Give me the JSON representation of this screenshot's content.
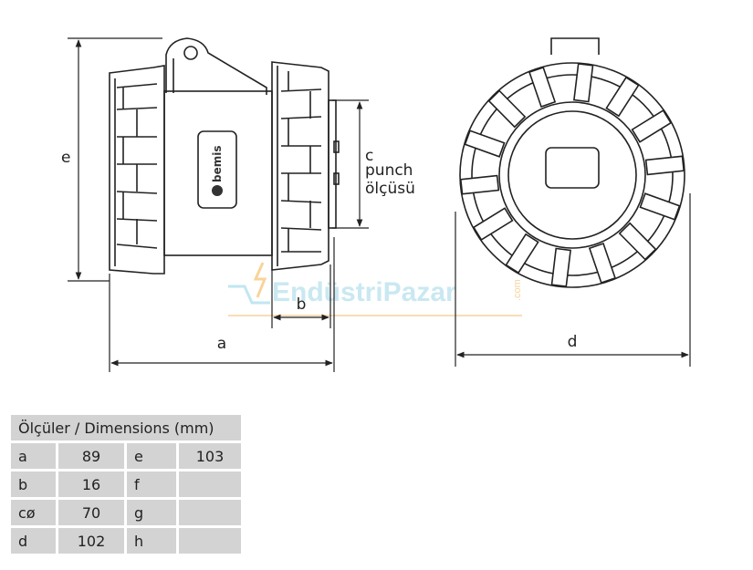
{
  "watermark": {
    "brand": "EndüstriPazar",
    "suffix": ".com"
  },
  "drawing": {
    "label_a": "a",
    "label_b": "b",
    "label_c_line1": "c",
    "label_c_line2": "punch",
    "label_c_line3": "ölçüsü",
    "label_d": "d",
    "label_e": "e",
    "product_logo": "bemis"
  },
  "table": {
    "title": "Ölçüler / Dimensions (mm)",
    "rows": [
      {
        "k1": "a",
        "v1": "89",
        "k2": "e",
        "v2": "103"
      },
      {
        "k1": "b",
        "v1": "16",
        "k2": "f",
        "v2": ""
      },
      {
        "k1": "cø",
        "v1": "70",
        "k2": "g",
        "v2": ""
      },
      {
        "k1": "d",
        "v1": "102",
        "k2": "h",
        "v2": ""
      }
    ]
  }
}
